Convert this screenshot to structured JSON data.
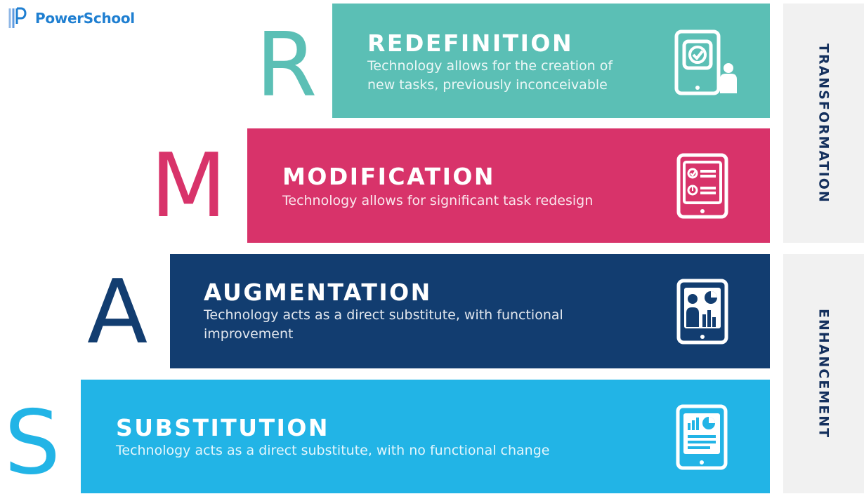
{
  "brand": {
    "name": "PowerSchool",
    "color": "#1f7fd1"
  },
  "levels": [
    {
      "letter": "R",
      "title": "REDEFINITION",
      "desc_lines": [
        "Technology allows for the creation of",
        "new tasks, previously inconceivable"
      ],
      "color": "#5bbfb5",
      "icon": "tablet-check-person-icon"
    },
    {
      "letter": "M",
      "title": "MODIFICATION",
      "desc_lines": [
        "Technology allows for significant task redesign"
      ],
      "color": "#d8336a",
      "icon": "tablet-checklist-icon"
    },
    {
      "letter": "A",
      "title": "AUGMENTATION",
      "desc_lines": [
        "Technology acts as a direct substitute, with functional",
        "improvement"
      ],
      "color": "#123d70",
      "icon": "tablet-people-chart-icon"
    },
    {
      "letter": "S",
      "title": "SUBSTITUTION",
      "desc_lines": [
        "Technology acts as a direct substitute, with no functional change"
      ],
      "color": "#22b4e6",
      "icon": "tablet-document-chart-icon"
    }
  ],
  "categories": {
    "transformation": "TRANSFORMATION",
    "enhancement": "ENHANCEMENT",
    "panel_color": "#f1f1f1",
    "text_color": "#14305d"
  }
}
